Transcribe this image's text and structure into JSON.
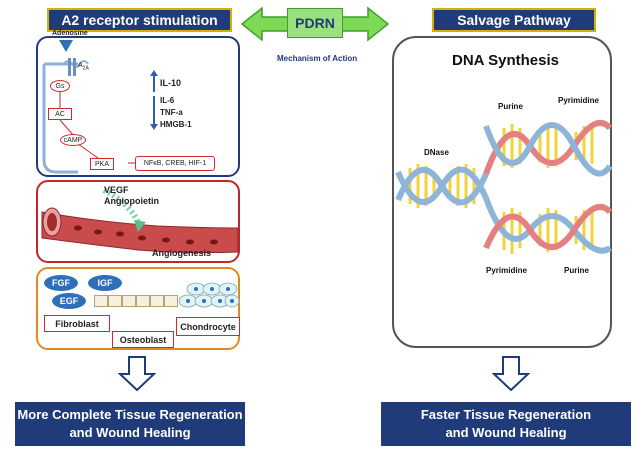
{
  "left_header": "A2 receptor stimulation",
  "center_header": "PDRN",
  "center_caption": "Mechanism of Action",
  "right_header": "Salvage Pathway",
  "receptor_panel": {
    "adenosine": "Adenosine",
    "a2a": "A",
    "a2a_sub": "2A",
    "gs": "Gs",
    "ac": "AC",
    "camp": "cAMP",
    "pka": "PKA",
    "targets": "NFκB, CREB, HIF-1",
    "up_items": [
      "IL-10"
    ],
    "down_items": [
      "IL-6",
      "TNF-a",
      "HMGB-1"
    ]
  },
  "angio_panel": {
    "vegf": "VEGF",
    "angiopoietin": "Angiopoietin",
    "angiogenesis": "Angiogenesis"
  },
  "growth_panel": {
    "fgf": "FGF",
    "igf": "IGF",
    "egf": "EGF",
    "fibroblast": "Fibroblast",
    "osteoblast": "Osteoblast",
    "chondrocyte": "Chondrocyte"
  },
  "dna_panel": {
    "title": "DNA Synthesis",
    "dnase": "DNase",
    "purine_top": "Purine",
    "pyrimidine_top": "Pyrimidine",
    "pyrimidine_bottom": "Pyrimidine",
    "purine_bottom": "Purine"
  },
  "left_footer": "More Complete Tissue Regeneration\nand Wound Healing",
  "right_footer": "Faster Tissue Regeneration\nand Wound Healing",
  "colors": {
    "navy": "#1f3b7a",
    "gold": "#d6b200",
    "green_arrow": "#5cbf3f",
    "panel_blue_border": "#1f3b7a",
    "angio_border": "#c0272d",
    "growth_border": "#e08a1e",
    "dna_blue": "#8fb4d9",
    "dna_red": "#e48080",
    "dna_yellow": "#f2d33a"
  }
}
